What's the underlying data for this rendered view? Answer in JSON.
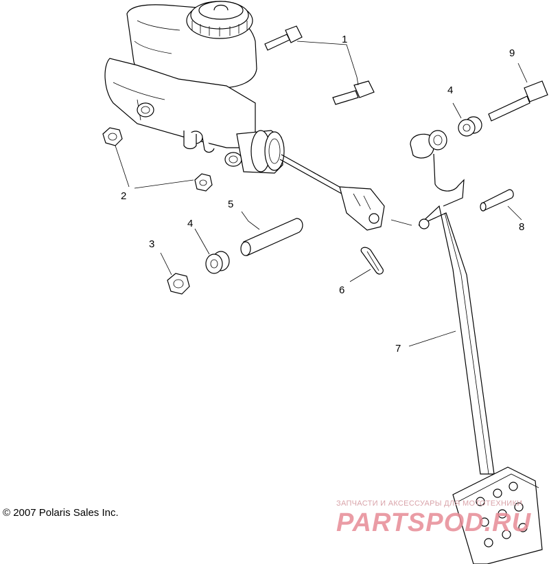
{
  "callouts": {
    "c1": "1",
    "c2": "2",
    "c3": "3",
    "c4a": "4",
    "c4b": "4",
    "c5": "5",
    "c6": "6",
    "c7": "7",
    "c8": "8",
    "c9": "9"
  },
  "copyright": "© 2007 Polaris Sales Inc.",
  "watermark": {
    "tagline": "ЗАПЧАСТИ И АКСЕССУАРЫ ДЛЯ МОТОТЕХНИКИ",
    "logo": "PARTSPOD.RU",
    "color": "#e78b96"
  }
}
